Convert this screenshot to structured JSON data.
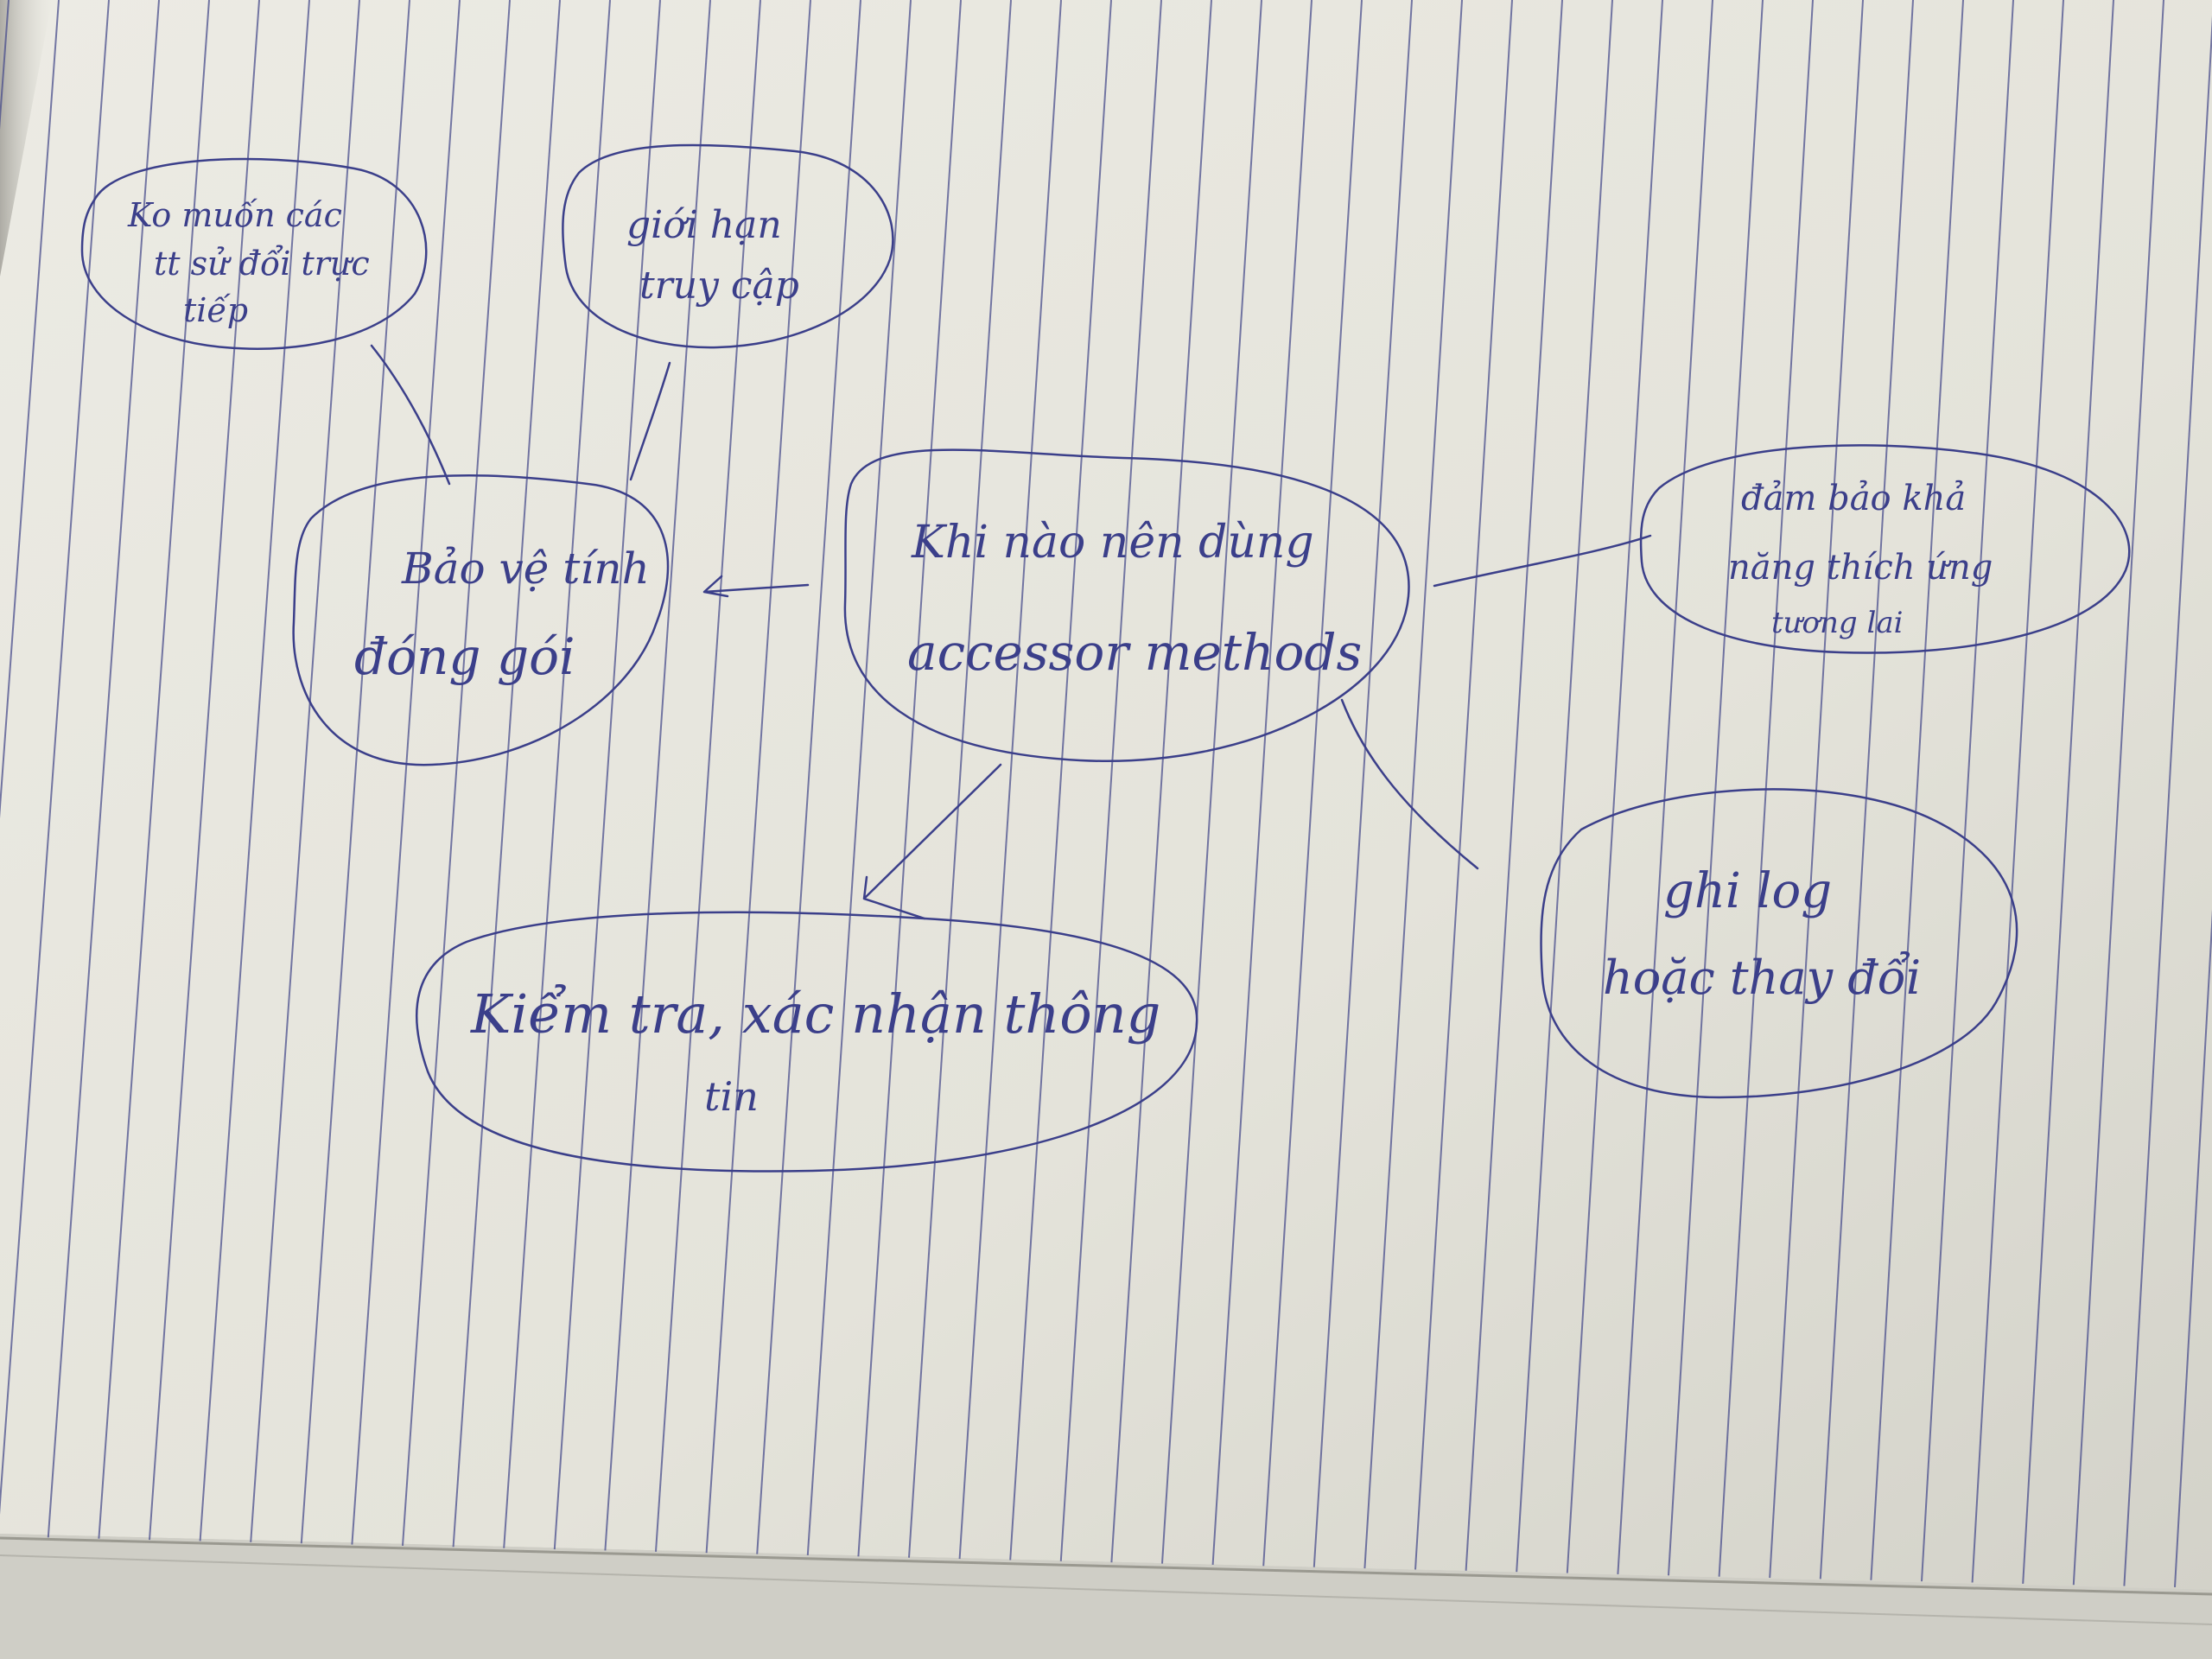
{
  "page": {
    "paper_color": "#e6e5dd",
    "rule_color": "#4a4d8c",
    "ink_color": "#3b3f8a",
    "shadow_color": "#a9a8a0"
  },
  "mindmap": {
    "center": {
      "lines": [
        "Khi nào nên dùng",
        "accessor methods"
      ]
    },
    "nodes": [
      {
        "id": "bao-ve-tinh-dong-goi",
        "lines": [
          "Bảo vệ tính",
          "đóng gói"
        ]
      },
      {
        "id": "ko-muon-truy-cap",
        "lines": [
          "Ko muốn các",
          "tt sử đổi trực",
          "tiếp"
        ]
      },
      {
        "id": "gioi-han-truy-cap",
        "lines": [
          "giới hạn",
          "truy cập"
        ]
      },
      {
        "id": "dam-bao-tuong-thich",
        "lines": [
          "đảm bảo khả",
          "năng thích ứng",
          "tương lai"
        ]
      },
      {
        "id": "kiem-tra-du-lieu",
        "lines": [
          "Kiểm tra, xác nhận thông",
          "tin"
        ]
      },
      {
        "id": "ghi-log",
        "lines": [
          "ghi log",
          "hoặc thay đổi"
        ]
      }
    ]
  }
}
